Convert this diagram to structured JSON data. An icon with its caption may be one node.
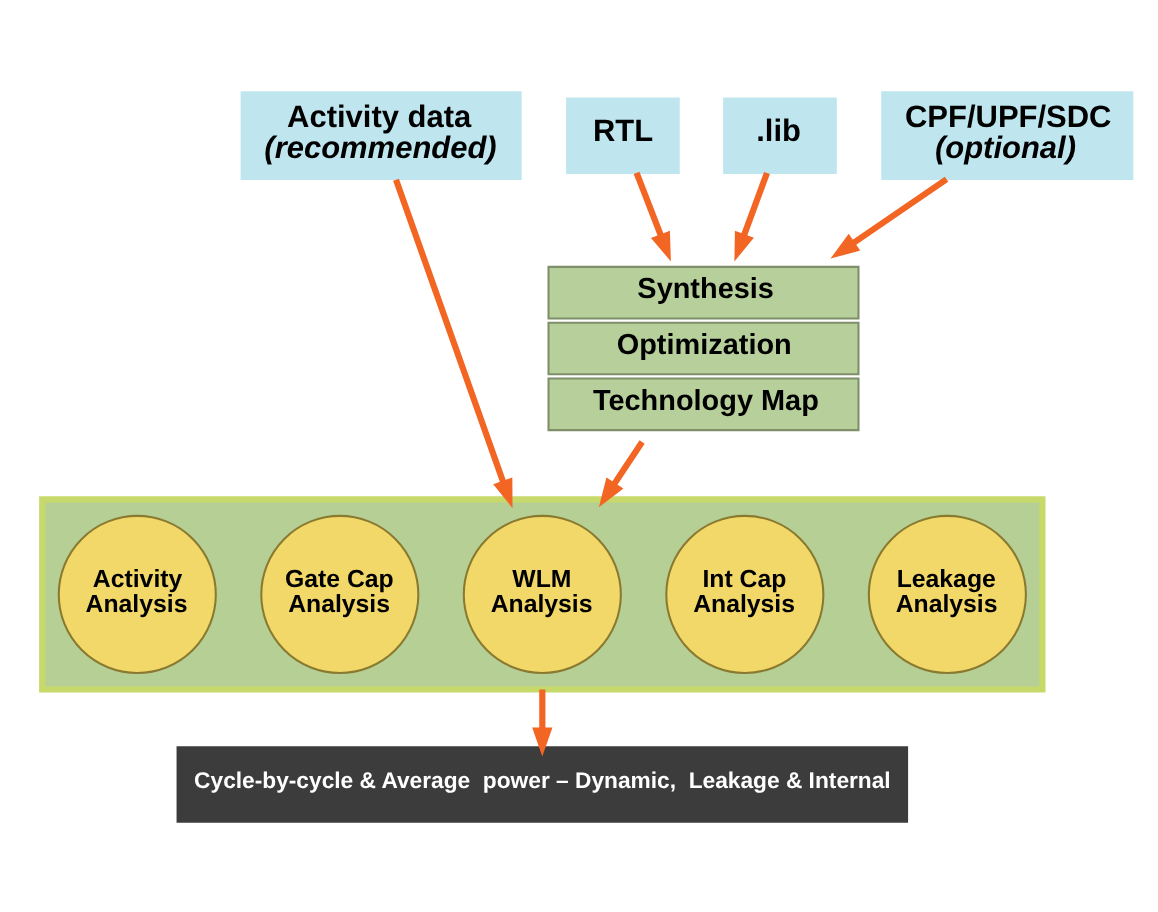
{
  "diagram": {
    "nodes": [
      {
        "text": [
          "Activity data",
          "(recommended)"
        ]
      },
      {
        "text": [
          "RTL"
        ]
      },
      {
        "text": [
          ".lib"
        ]
      },
      {
        "text": [
          "CPF/UPF/SDC",
          "(optional)"
        ]
      },
      {
        "text": [
          "Synthesis",
          "Optimization",
          "Technology Map"
        ]
      },
      {
        "text": [],
        "shape": "box"
      },
      {
        "text": [
          "Activity Analysis"
        ],
        "in": 5
      },
      {
        "text": [
          "Gate Cap Analysis"
        ],
        "in": 5
      },
      {
        "text": [
          "WLM Analysis"
        ],
        "in": 5
      },
      {
        "text": [
          "Int Cap Analysis"
        ],
        "in": 5
      },
      {
        "text": [
          "Leakage Analysis"
        ],
        "in": 5
      },
      {
        "text": [
          "Cycle-by-cycle & Average  power – Dynamic,  Leakage & Internal"
        ]
      }
    ],
    "edges": [
      {
        "from": 0,
        "to": 5,
        "arrow": "to"
      },
      {
        "from": 1,
        "to": 4,
        "arrow": "to"
      },
      {
        "from": 2,
        "to": 4,
        "arrow": "to"
      },
      {
        "from": 3,
        "to": 4,
        "arrow": "to"
      },
      {
        "from": 4,
        "to": 5,
        "arrow": "to"
      },
      {
        "from": 5,
        "to": 11,
        "arrow": "to"
      }
    ]
  }
}
